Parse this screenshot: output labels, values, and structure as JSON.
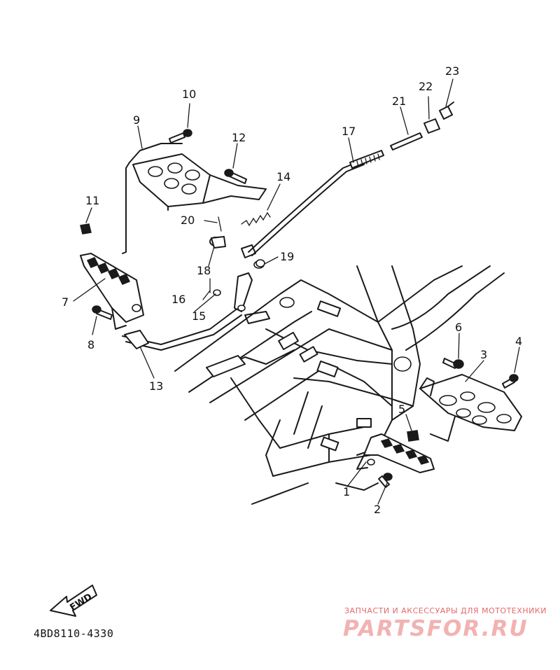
{
  "diagram": {
    "callouts": [
      "1",
      "2",
      "3",
      "4",
      "5",
      "6",
      "7",
      "8",
      "9",
      "10",
      "11",
      "12",
      "13",
      "14",
      "15",
      "16",
      "17",
      "18",
      "19",
      "20",
      "21",
      "22",
      "23"
    ],
    "part_number": "4BD8110-4330",
    "fwd_label": "FWD",
    "icons": [
      "fwd-arrow-icon"
    ]
  },
  "watermark": {
    "tagline": "ЗАПЧАСТИ И АКСЕССУАРЫ ДЛЯ МОТОТЕХНИКИ",
    "brand": "PARTSFOR.RU"
  }
}
